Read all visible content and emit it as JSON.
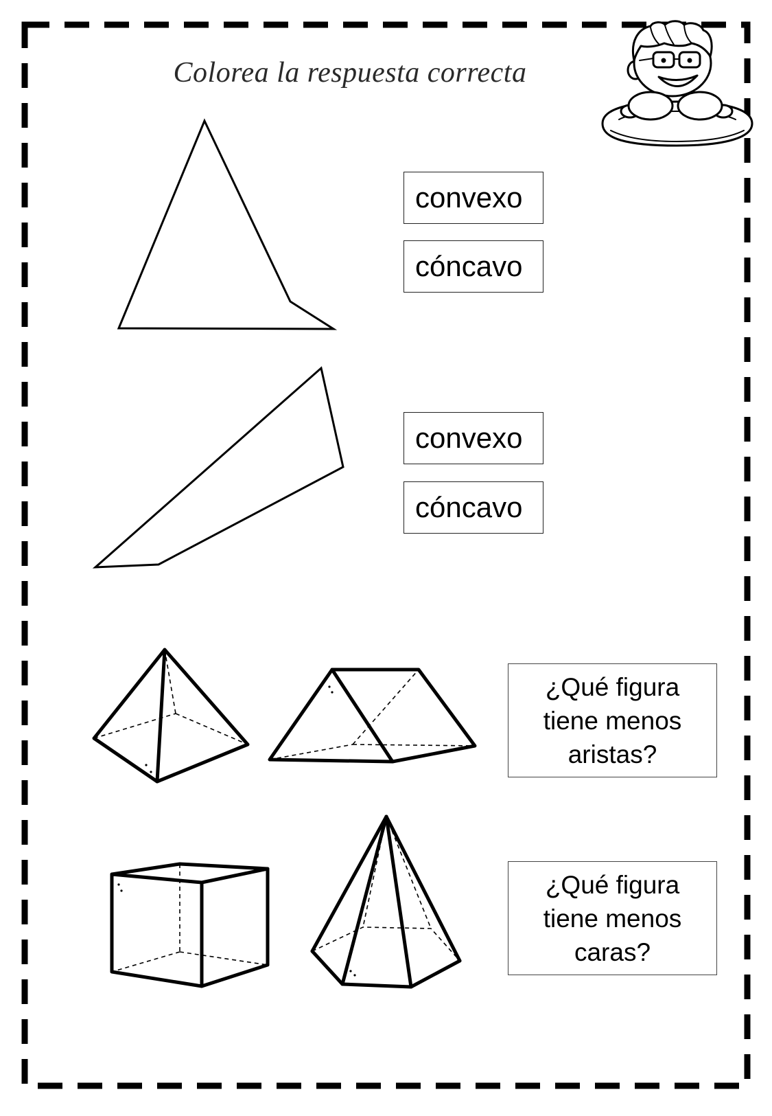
{
  "page": {
    "title": "Colorea la respuesta correcta"
  },
  "exercises": [
    {
      "options": [
        "convexo",
        "cóncavo"
      ]
    },
    {
      "options": [
        "convexo",
        "cóncavo"
      ]
    }
  ],
  "questions": [
    {
      "lines": [
        "¿Qué figura",
        "tiene menos",
        "aristas?"
      ]
    },
    {
      "lines": [
        "¿Qué figura",
        "tiene menos",
        "caras?"
      ]
    }
  ],
  "icons": {
    "mascot": "boy-mascot-icon"
  },
  "colors": {
    "ink": "#000000",
    "paper": "#ffffff"
  }
}
